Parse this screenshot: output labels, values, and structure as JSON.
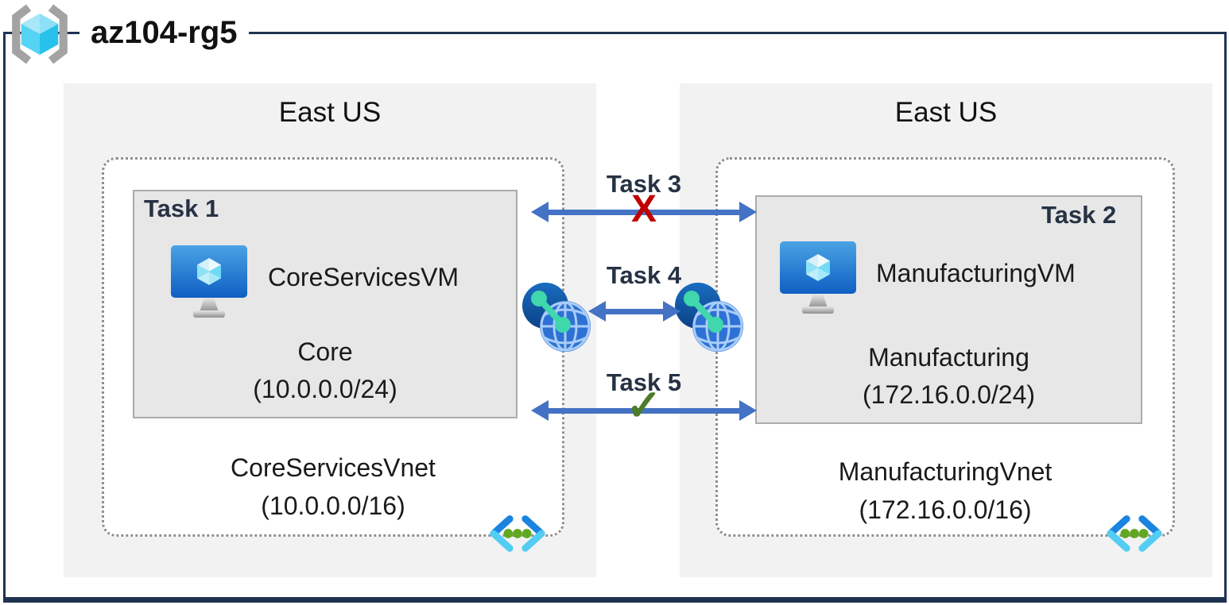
{
  "resource_group": {
    "title": "az104-rg5"
  },
  "regions": [
    {
      "name": "East US",
      "vnet": {
        "name": "CoreServicesVnet",
        "cidr": "(10.0.0.0/16)",
        "subnet": {
          "task_label": "Task 1",
          "vm_name": "CoreServicesVM",
          "name": "Core",
          "cidr": "(10.0.0.0/24)"
        }
      }
    },
    {
      "name": "East US",
      "vnet": {
        "name": "ManufacturingVnet",
        "cidr": "(172.16.0.0/16)",
        "subnet": {
          "task_label": "Task 2",
          "vm_name": "ManufacturingVM",
          "name": "Manufacturing",
          "cidr": "(172.16.0.0/24)"
        }
      }
    }
  ],
  "connections": [
    {
      "label": "Task 3",
      "status": "blocked",
      "marker": "X"
    },
    {
      "label": "Task 4",
      "status": "peering",
      "marker": ""
    },
    {
      "label": "Task 5",
      "status": "allowed",
      "marker": "✓"
    }
  ],
  "colors": {
    "frame": "#1f3351",
    "arrow_blue": "#4472c4",
    "blocked_red": "#c00000",
    "allowed_green": "#4e7b28",
    "task_label": "#263244",
    "region_fill": "#f2f2f2",
    "subnet_fill": "#e7e7e7"
  }
}
